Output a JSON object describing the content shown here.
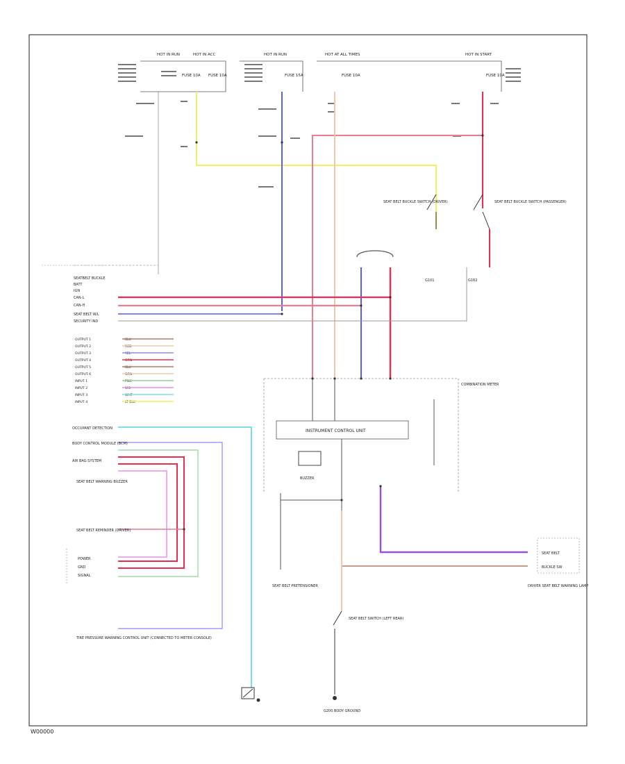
{
  "diagram": {
    "frame_code": "W00000",
    "colors": {
      "wire_red": "#ee2b4e",
      "wire_pink": "#f07a8e",
      "wire_yellow": "#f2f062",
      "wire_blue": "#5b5cf0",
      "wire_lightblue": "#7adfe6",
      "wire_orange": "#f2c8a8",
      "wire_green": "#8fd48f",
      "wire_magenta": "#e78ee8",
      "wire_purple": "#9b4fcf",
      "wire_brown": "#b07b62",
      "wire_gray": "#888888",
      "line": "#333333"
    },
    "top_labels": [
      "HOT IN RUN",
      "HOT IN ACC",
      "HOT IN RUN",
      "HOT AT ALL TIMES",
      "HOT IN START"
    ],
    "fuses": [
      "FUSE 10A",
      "FUSE 10A",
      "FUSE 15A",
      "FUSE 10A",
      "FUSE 10A"
    ],
    "mid_labels": {
      "switch_left": "SEAT BELT BUCKLE SWITCH (DRIVER)",
      "switch_right": "SEAT BELT BUCKLE SWITCH (PASSENGER)",
      "connector_top": "COMBINATION METER",
      "ground_left": "G101",
      "ground_right": "G102"
    },
    "left_block_labels": [
      "SEATBELT BUCKLE",
      "BATT",
      "IGN",
      "CAN-L",
      "CAN-H",
      "SEAT BELT W/L",
      "SECURITY IND"
    ],
    "left_pins": [
      "OUTPUT 1",
      "OUTPUT 2",
      "OUTPUT 3",
      "OUTPUT 4",
      "OUTPUT 5",
      "OUTPUT 6",
      "INPUT 1",
      "INPUT 2",
      "INPUT 3",
      "INPUT 4"
    ],
    "wire_codes": [
      "BLK",
      "RED",
      "YEL",
      "GRN",
      "BLU",
      "ORN",
      "PNK",
      "VIO",
      "WHT",
      "LT BLU"
    ],
    "center_box": "INSTRUMENT CONTROL UNIT",
    "center_sub": "BUZZER",
    "lower_left_labels": [
      "OCCUPANT DETECTION",
      "BODY CONTROL MODULE (BCM)",
      "AIR BAG SYSTEM",
      "POWER",
      "GND",
      "SIGNAL"
    ],
    "lower_left_group": "SEAT BELT WARNING BUZZER",
    "lower_left_footer": "TIRE PRESSURE WARNING CONTROL UNIT (CONNECTED TO METER CONSOLE)",
    "right_box": [
      "SEAT BELT",
      "BUCKLE SW"
    ],
    "right_note": "DRIVER SEAT BELT WARNING LAMP",
    "bottom_center_label": "SEAT BELT SWITCH (LEFT REAR)",
    "bottom_ground": "G200 BODY GROUND",
    "bottom_left_label": "SEAT BELT PRETENSIONER",
    "mid_center_label": "SEAT BELT REMINDER (DRIVER)"
  }
}
